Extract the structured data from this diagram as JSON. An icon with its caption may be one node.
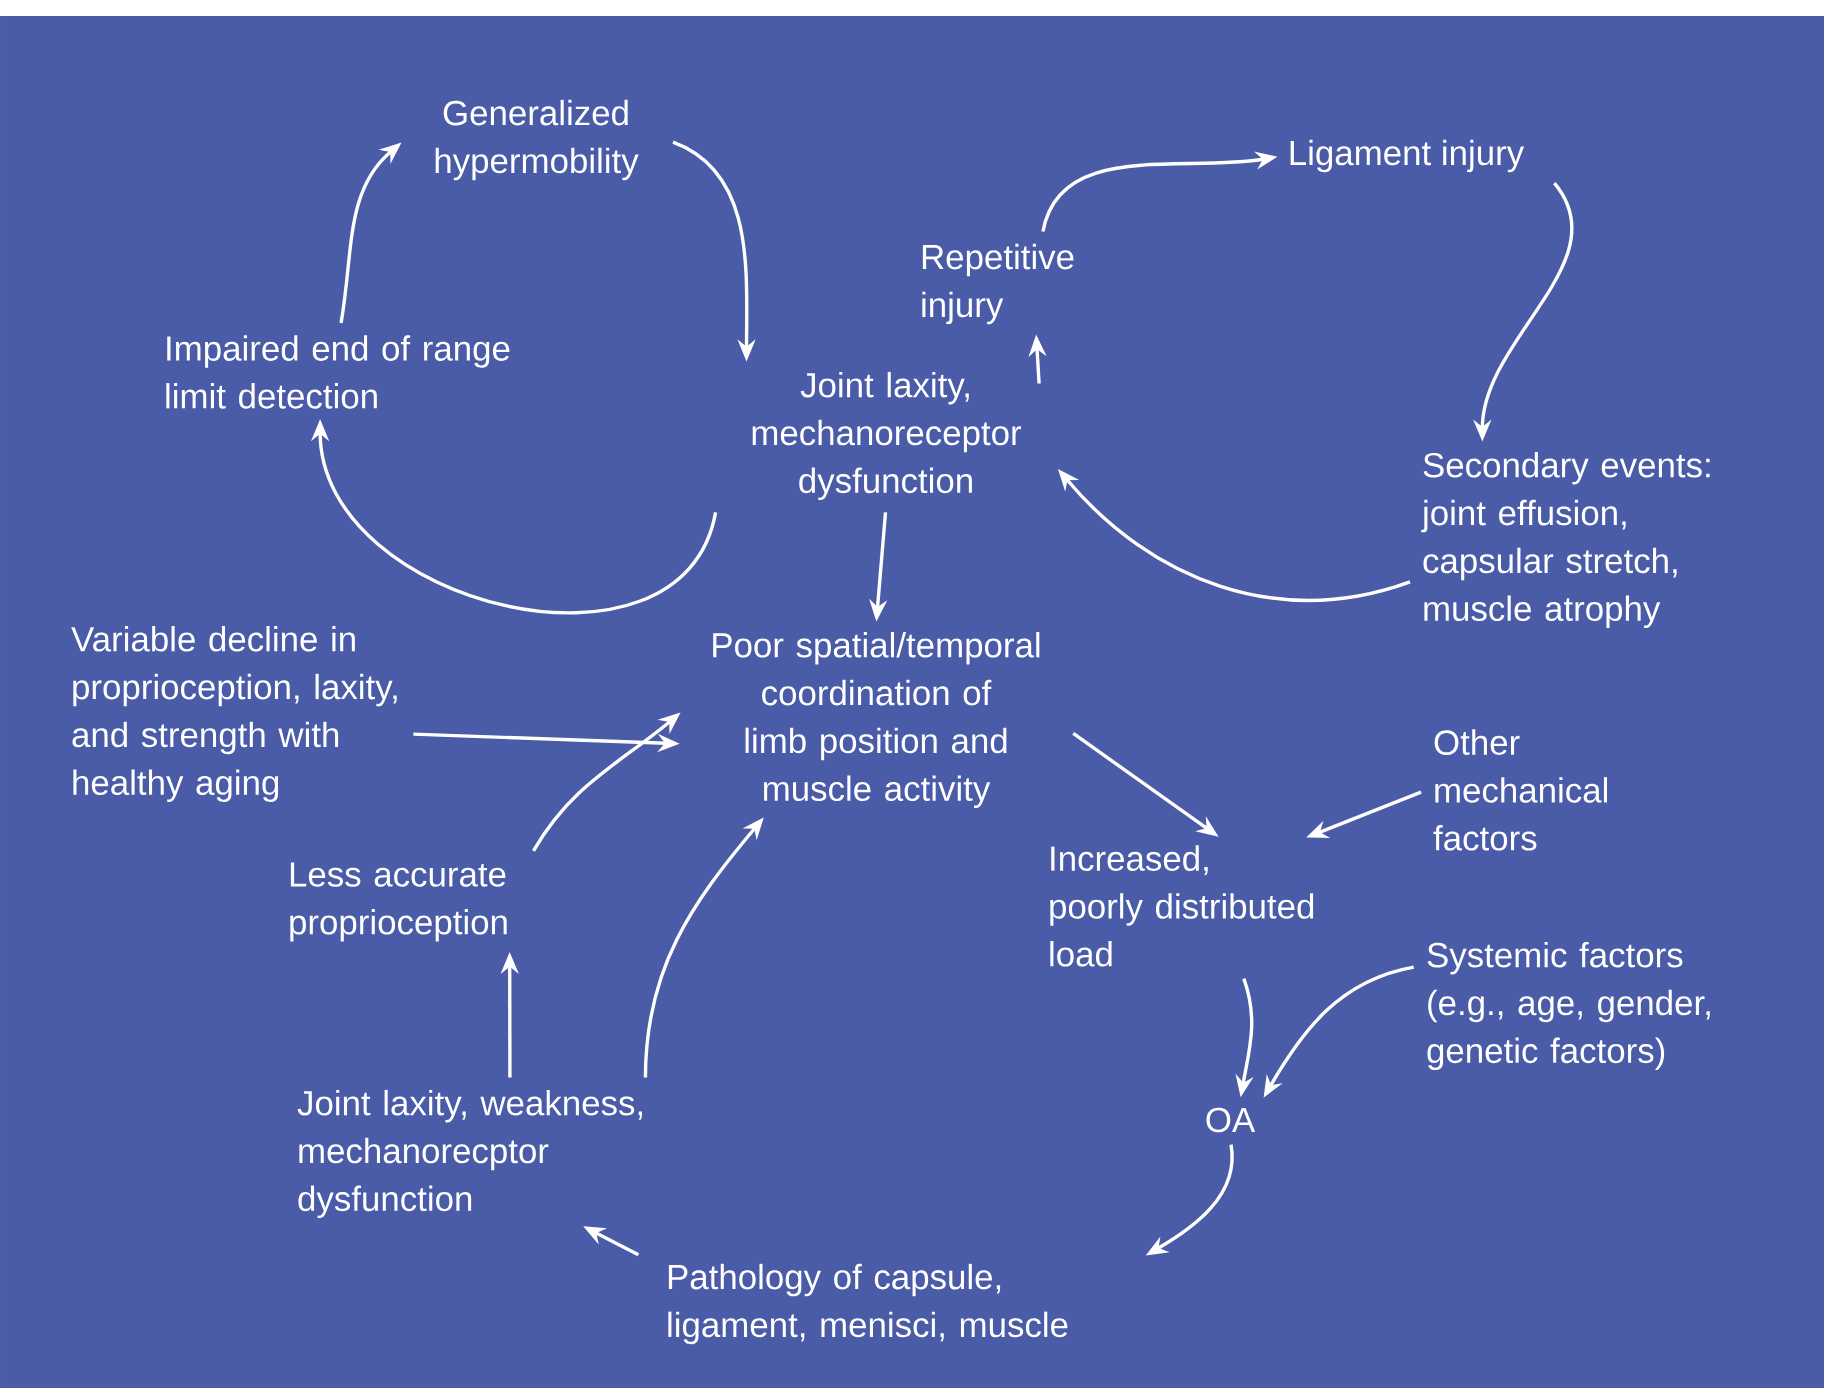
{
  "diagram": {
    "nodes": [
      {
        "text": [
          "Generalized hypermobility"
        ]
      },
      {
        "text": [
          "Impaired end of range limit detection"
        ]
      },
      {
        "text": [
          "Joint laxity, mechanoreceptor dysfunction"
        ]
      },
      {
        "text": [
          "Repetitive injury"
        ]
      },
      {
        "text": [
          "Ligament injury"
        ]
      },
      {
        "text": [
          "Secondary events: joint effusion, capsular stretch, muscle atrophy"
        ]
      },
      {
        "text": [
          "Variable decline in proprioception, laxity, and strength with healthy aging"
        ]
      },
      {
        "text": [
          "Poor spatial/temporal coordination of limb position and muscle activity"
        ]
      },
      {
        "text": [
          "Other mechanical factors"
        ]
      },
      {
        "text": [
          "Less accurate proprioception"
        ]
      },
      {
        "text": [
          "Increased, poorly distributed load"
        ]
      },
      {
        "text": [
          "Systemic factors (e.g., age, gender, genetic factors)"
        ]
      },
      {
        "text": [
          "Joint laxity, weakness, mechanorecptor dysfunction"
        ]
      },
      {
        "text": [
          "OA"
        ]
      },
      {
        "text": [
          "Pathology of capsule, ligament, menisci, muscle"
        ]
      }
    ],
    "edges": [
      {
        "from": 1,
        "to": 0,
        "arrow": "to"
      },
      {
        "from": 0,
        "to": 2,
        "arrow": "to"
      },
      {
        "from": 2,
        "to": 1,
        "arrow": "to"
      },
      {
        "from": 2,
        "to": 3,
        "arrow": "to"
      },
      {
        "from": 3,
        "to": 4,
        "arrow": "to"
      },
      {
        "from": 4,
        "to": 5,
        "arrow": "to"
      },
      {
        "from": 5,
        "to": 2,
        "arrow": "to"
      },
      {
        "from": 2,
        "to": 7,
        "arrow": "to"
      },
      {
        "from": 6,
        "to": 7,
        "arrow": "to"
      },
      {
        "from": 7,
        "to": 10,
        "arrow": "to"
      },
      {
        "from": 8,
        "to": 10,
        "arrow": "to"
      },
      {
        "from": 10,
        "to": 13,
        "arrow": "to"
      },
      {
        "from": 11,
        "to": 13,
        "arrow": "to"
      },
      {
        "from": 13,
        "to": 14,
        "arrow": "to"
      },
      {
        "from": 14,
        "to": 12,
        "arrow": "to"
      },
      {
        "from": 12,
        "to": 9,
        "arrow": "to"
      },
      {
        "from": 9,
        "to": 7,
        "arrow": "to"
      },
      {
        "from": 12,
        "to": 7,
        "arrow": "to"
      }
    ]
  }
}
